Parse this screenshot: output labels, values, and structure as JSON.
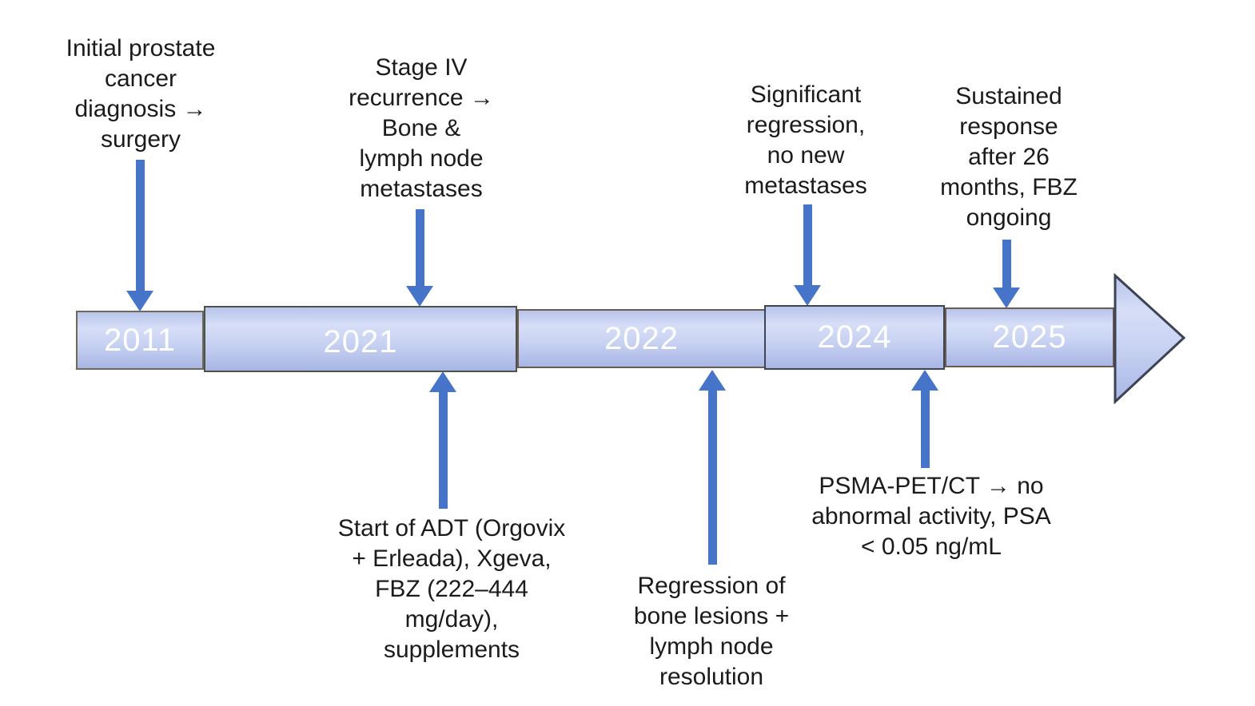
{
  "figure": {
    "type": "timeline",
    "direction": "left-to-right",
    "colors": {
      "annotation_arrow": "#4574c8",
      "bar_fill_top": "#b7c3ea",
      "bar_fill_highlight": "#d6def7",
      "bar_fill_bottom": "#a8b6e5",
      "bar_border": "#57544b",
      "year_text": "#ffffff",
      "note_text": "#1b1b1b",
      "background": "#ffffff"
    },
    "segments": [
      {
        "year": "2011"
      },
      {
        "year": "2021"
      },
      {
        "year": "2022"
      },
      {
        "year": "2024"
      },
      {
        "year": "2025"
      }
    ],
    "events_above": [
      {
        "year": "2011",
        "text": "Initial prostate\ncancer\ndiagnosis →\nsurgery"
      },
      {
        "year": "2021",
        "text": "Stage IV\nrecurrence →\nBone &\nlymph node\nmetastases"
      },
      {
        "year": "2024",
        "text": "Significant\nregression,\nno new\nmetastases"
      },
      {
        "year": "2025",
        "text": "Sustained\nresponse\nafter 26\nmonths, FBZ\nongoing"
      }
    ],
    "events_below": [
      {
        "year": "2021",
        "text": "Start of ADT (Orgovix\n+ Erleada), Xgeva,\nFBZ (222–444\nmg/day),\nsupplements"
      },
      {
        "year": "2022",
        "text": "Regression of\nbone lesions +\nlymph node\nresolution"
      },
      {
        "year": "2024",
        "text": "PSMA-PET/CT → no\nabnormal activity, PSA\n< 0.05 ng/mL"
      }
    ]
  }
}
